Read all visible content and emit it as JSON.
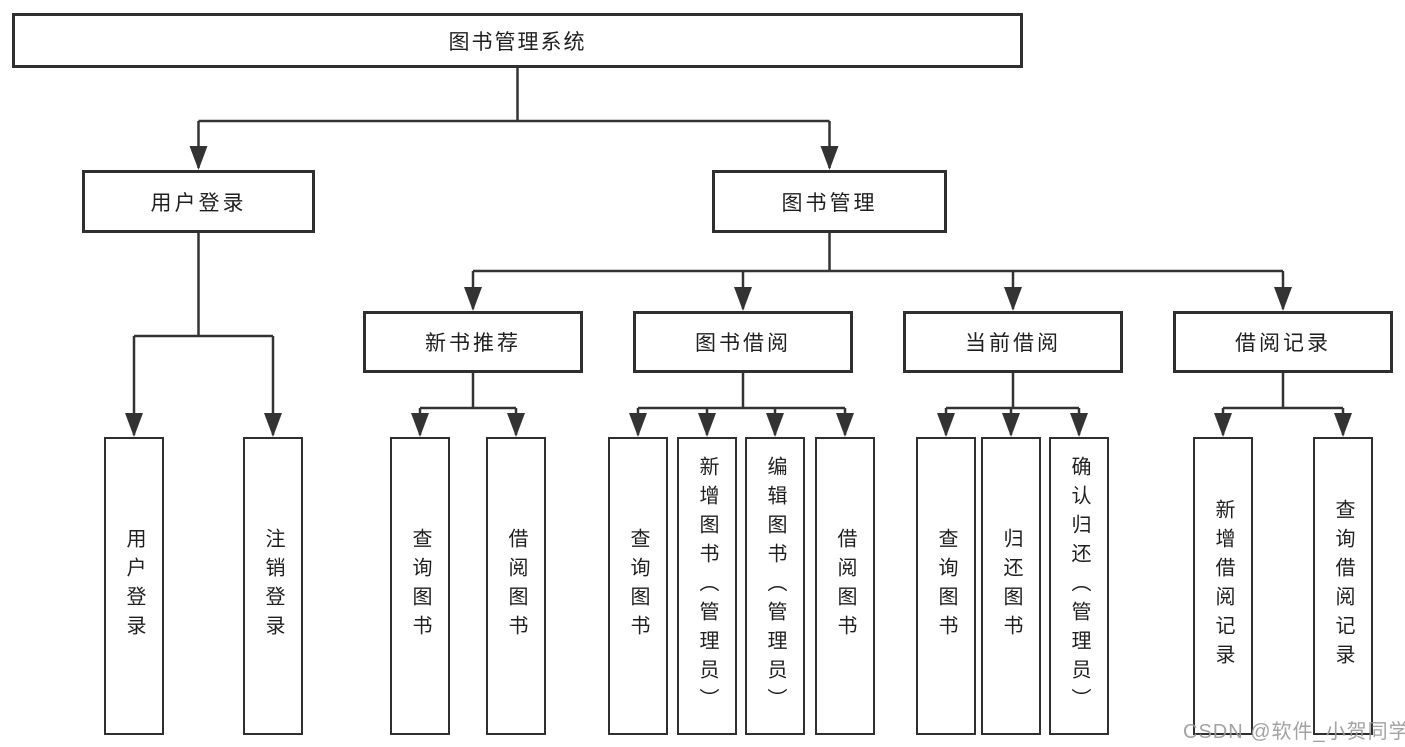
{
  "diagram_type": "hierarchy-tree",
  "tree": {
    "label": "图书管理系统",
    "children": [
      {
        "label": "用户登录",
        "children": [
          {
            "label": "用户登录"
          },
          {
            "label": "注销登录"
          }
        ]
      },
      {
        "label": "图书管理",
        "children": [
          {
            "label": "新书推荐",
            "children": [
              {
                "label": "查询图书"
              },
              {
                "label": "借阅图书"
              }
            ]
          },
          {
            "label": "图书借阅",
            "children": [
              {
                "label": "查询图书"
              },
              {
                "label": "新增图书（管理员）"
              },
              {
                "label": "编辑图书（管理员）"
              },
              {
                "label": "借阅图书"
              }
            ]
          },
          {
            "label": "当前借阅",
            "children": [
              {
                "label": "查询图书"
              },
              {
                "label": "归还图书"
              },
              {
                "label": "确认归还（管理员）"
              }
            ]
          },
          {
            "label": "借阅记录",
            "children": [
              {
                "label": "新增借阅记录"
              },
              {
                "label": "查询借阅记录"
              }
            ]
          }
        ]
      }
    ]
  },
  "watermark": "CSDN @软件_小贺同学",
  "colors": {
    "line": "#333333",
    "box_border": "#2f2f2f",
    "text": "#1f1f1f",
    "watermark": "#9b9b9b",
    "background": "#ffffff"
  }
}
